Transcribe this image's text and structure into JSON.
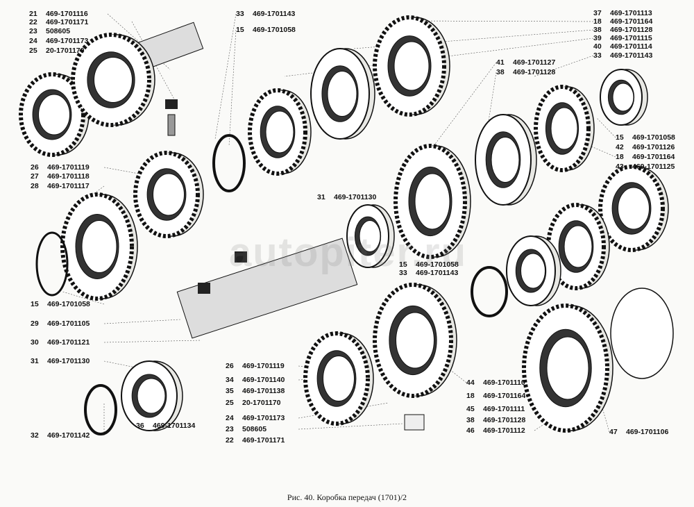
{
  "watermark": "autopiter.ru",
  "caption": "Рис. 40. Коробка передач (1701)/2",
  "callouts": [
    {
      "num": "21",
      "code": "469-1701116"
    },
    {
      "num": "22",
      "code": "469-1701171"
    },
    {
      "num": "23",
      "code": "508605"
    },
    {
      "num": "24",
      "code": "469-1701173"
    },
    {
      "num": "25",
      "code": "20-1701170"
    },
    {
      "num": "33",
      "code": "469-1701143"
    },
    {
      "num": "15",
      "code": "469-1701058"
    },
    {
      "num": "37",
      "code": "469-1701113"
    },
    {
      "num": "18",
      "code": "469-1701164"
    },
    {
      "num": "38",
      "code": "469-1701128"
    },
    {
      "num": "39",
      "code": "469-1701115"
    },
    {
      "num": "40",
      "code": "469-1701114"
    },
    {
      "num": "33",
      "code": "469-1701143"
    },
    {
      "num": "41",
      "code": "469-1701127"
    },
    {
      "num": "38",
      "code": "469-1701128"
    },
    {
      "num": "15",
      "code": "469-1701058"
    },
    {
      "num": "42",
      "code": "469-1701126"
    },
    {
      "num": "18",
      "code": "469-1701164"
    },
    {
      "num": "43",
      "code": "469-1701125"
    },
    {
      "num": "26",
      "code": "469-1701119"
    },
    {
      "num": "27",
      "code": "469-1701118"
    },
    {
      "num": "28",
      "code": "469-1701117"
    },
    {
      "num": "31",
      "code": "469-1701130"
    },
    {
      "num": "15",
      "code": "469-1701058"
    },
    {
      "num": "33",
      "code": "469-1701143"
    },
    {
      "num": "15",
      "code": "469-1701058"
    },
    {
      "num": "29",
      "code": "469-1701105"
    },
    {
      "num": "30",
      "code": "469-1701121"
    },
    {
      "num": "31",
      "code": "469-1701130"
    },
    {
      "num": "32",
      "code": "469-1701142"
    },
    {
      "num": "36",
      "code": "469-1701134"
    },
    {
      "num": "26",
      "code": "469-1701119"
    },
    {
      "num": "34",
      "code": "469-1701140"
    },
    {
      "num": "35",
      "code": "469-1701138"
    },
    {
      "num": "25",
      "code": "20-1701170"
    },
    {
      "num": "24",
      "code": "469-1701173"
    },
    {
      "num": "23",
      "code": "508605"
    },
    {
      "num": "22",
      "code": "469-1701171"
    },
    {
      "num": "44",
      "code": "469-1701110"
    },
    {
      "num": "18",
      "code": "469-1701164"
    },
    {
      "num": "45",
      "code": "469-1701111"
    },
    {
      "num": "38",
      "code": "469-1701128"
    },
    {
      "num": "46",
      "code": "469-1701112"
    },
    {
      "num": "47",
      "code": "469-1701106"
    }
  ]
}
